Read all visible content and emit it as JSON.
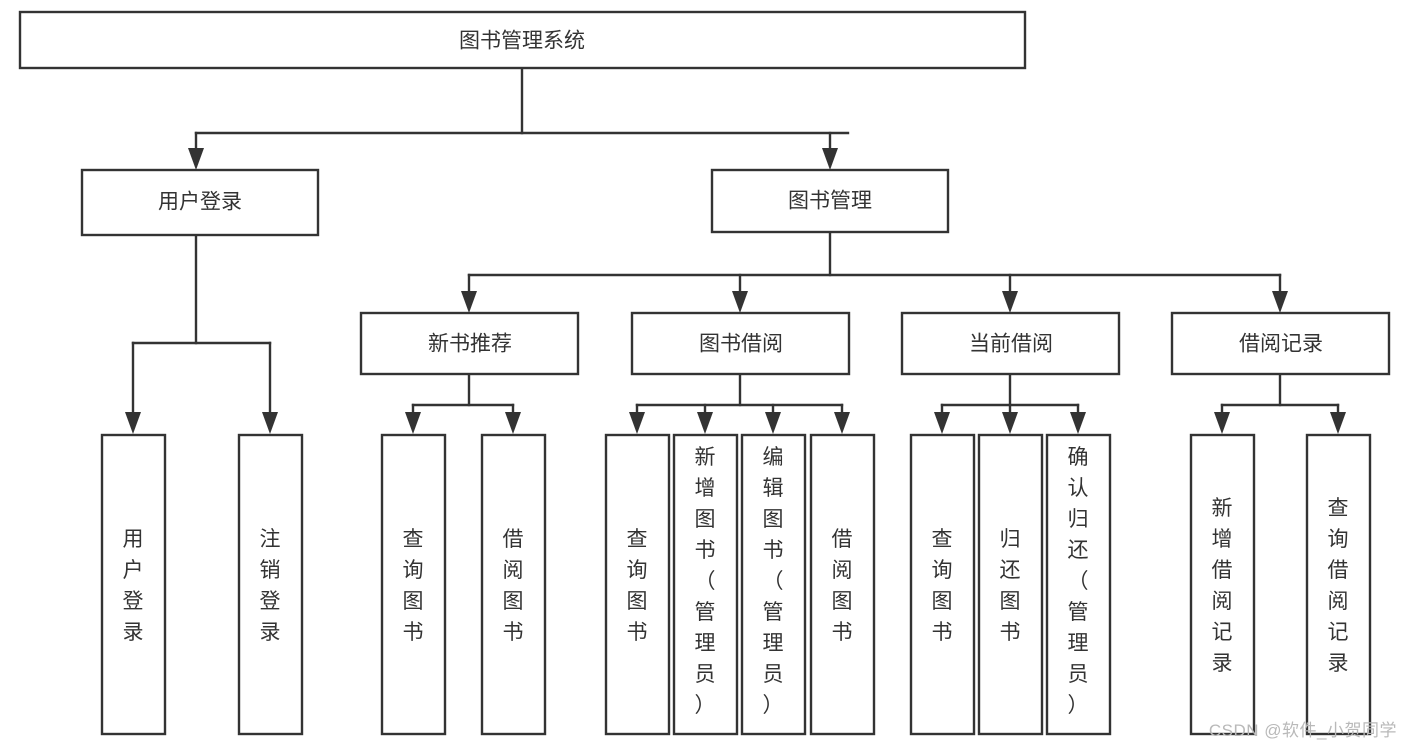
{
  "diagram": {
    "type": "tree-hierarchy",
    "root": {
      "id": "root",
      "label": "图书管理系统"
    },
    "level1": [
      {
        "id": "user-login",
        "label": "用户登录"
      },
      {
        "id": "book-manage",
        "label": "图书管理"
      }
    ],
    "level2": [
      {
        "id": "new-book-rec",
        "label": "新书推荐",
        "parent": "book-manage"
      },
      {
        "id": "book-borrow",
        "label": "图书借阅",
        "parent": "book-manage"
      },
      {
        "id": "current-borrow",
        "label": "当前借阅",
        "parent": "book-manage"
      },
      {
        "id": "borrow-record",
        "label": "借阅记录",
        "parent": "book-manage"
      }
    ],
    "leaves": [
      {
        "id": "leaf-user-login",
        "label": "用户登录",
        "parent": "user-login"
      },
      {
        "id": "leaf-logout",
        "label": "注销登录",
        "parent": "user-login"
      },
      {
        "id": "leaf-query-book-1",
        "label": "查询图书",
        "parent": "new-book-rec"
      },
      {
        "id": "leaf-borrow-book-1",
        "label": "借阅图书",
        "parent": "new-book-rec"
      },
      {
        "id": "leaf-query-book-2",
        "label": "查询图书",
        "parent": "book-borrow"
      },
      {
        "id": "leaf-add-book",
        "label": "新增图书（管理员）",
        "parent": "book-borrow"
      },
      {
        "id": "leaf-edit-book",
        "label": "编辑图书（管理员）",
        "parent": "book-borrow"
      },
      {
        "id": "leaf-borrow-book-2",
        "label": "借阅图书",
        "parent": "book-borrow"
      },
      {
        "id": "leaf-query-book-3",
        "label": "查询图书",
        "parent": "current-borrow"
      },
      {
        "id": "leaf-return-book",
        "label": "归还图书",
        "parent": "current-borrow"
      },
      {
        "id": "leaf-confirm-return",
        "label": "确认归还（管理员）",
        "parent": "current-borrow"
      },
      {
        "id": "leaf-add-record",
        "label": "新增借阅记录",
        "parent": "borrow-record"
      },
      {
        "id": "leaf-query-record",
        "label": "查询借阅记录",
        "parent": "borrow-record"
      }
    ]
  },
  "watermark": {
    "text": "CSDN @软件_小贺同学"
  },
  "colors": {
    "stroke": "#333333",
    "fill": "#ffffff",
    "text": "#333333",
    "watermark": "#b9b9b9"
  }
}
